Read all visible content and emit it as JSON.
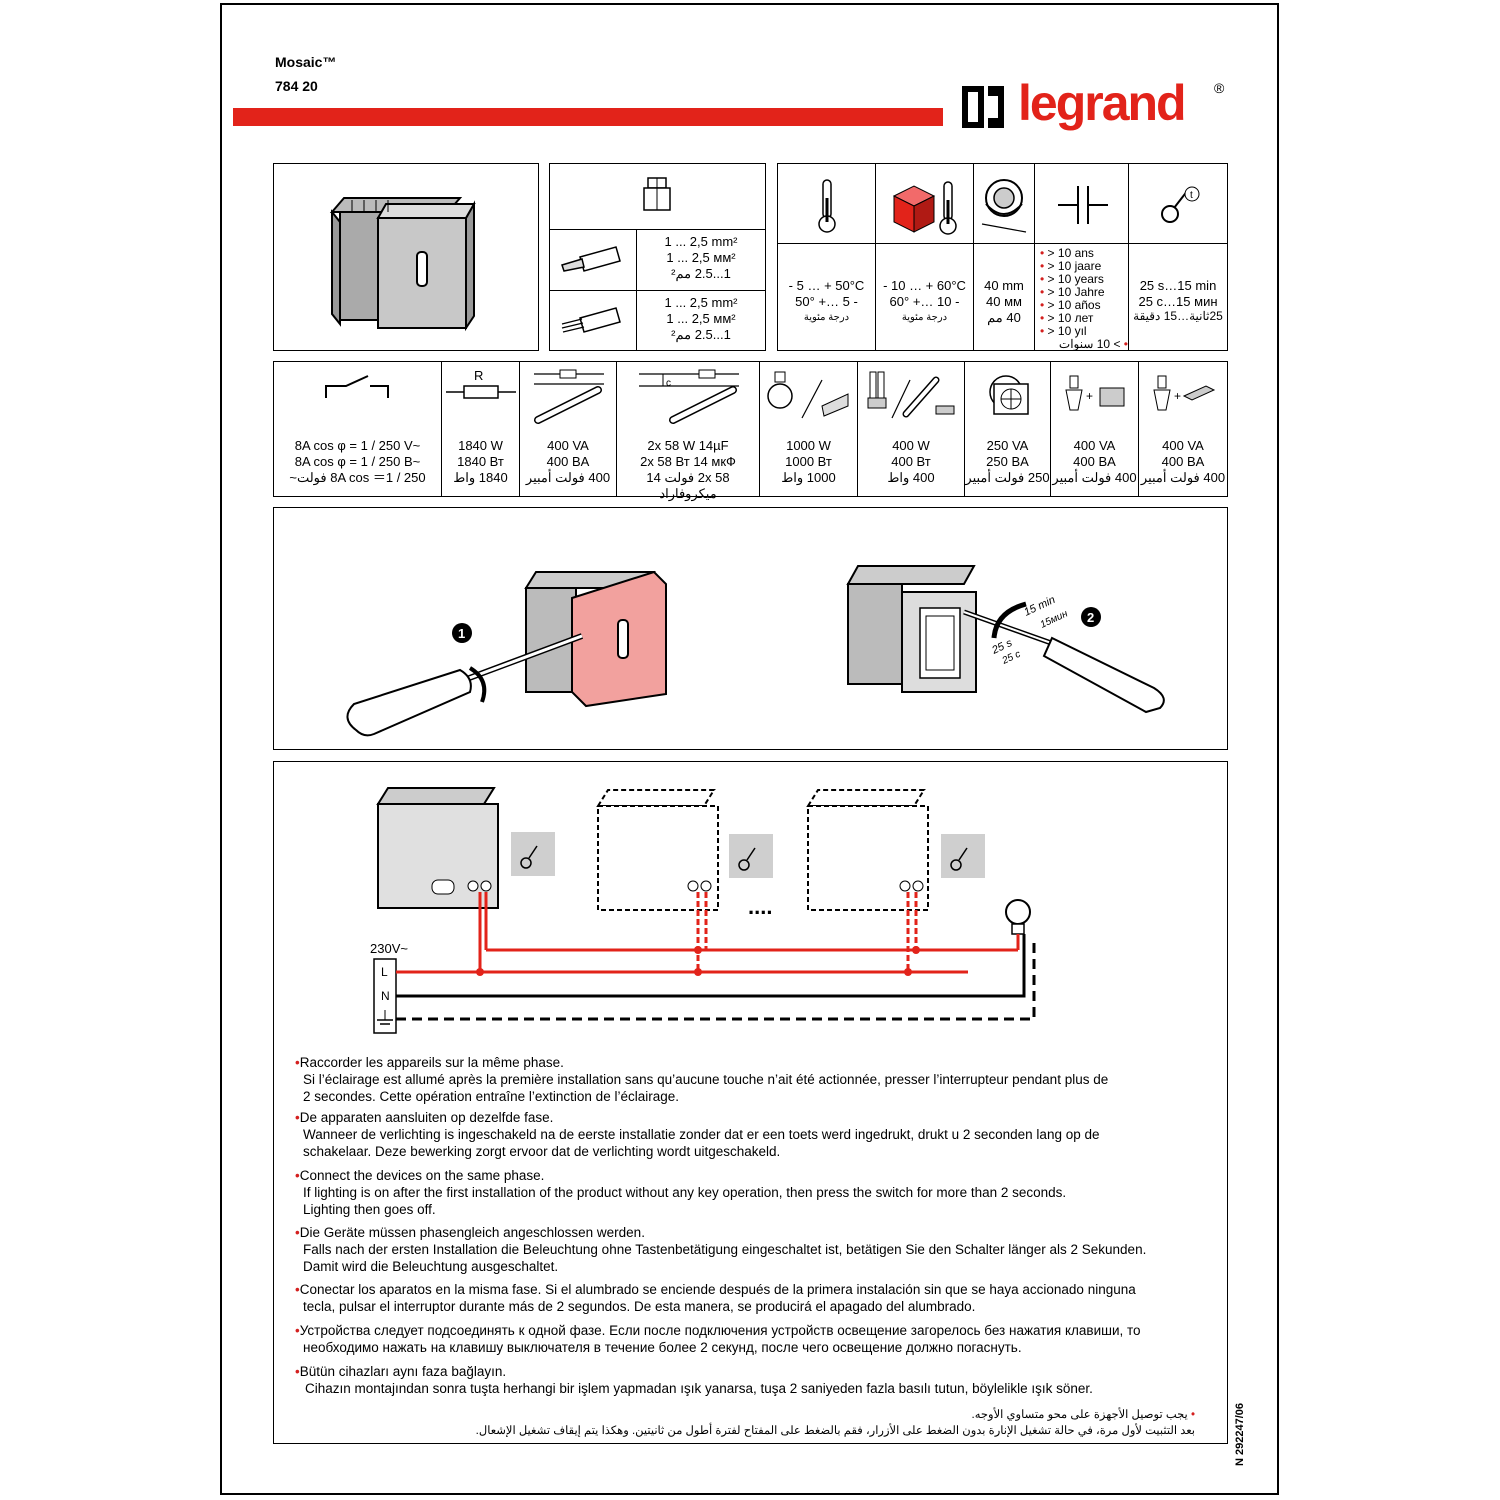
{
  "header": {
    "series": "Mosaic™",
    "reference": "784 20",
    "brand": "legrand",
    "registered": "®",
    "accent": "#e2231a"
  },
  "wires": {
    "rigid": [
      "1 ... 2,5 mm²",
      "1 ... 2,5 мм²",
      "1...2.5 مم²"
    ],
    "flexible": [
      "1 ... 2,5 mm²",
      "1 ... 2,5 мм²",
      "1...2.5 مم²"
    ]
  },
  "specs": {
    "temp_use": [
      "- 5 … + 50°C",
      "- 5 …+ 50°",
      "درجة مئوية"
    ],
    "temp_storage": [
      "- 10 … + 60°C",
      "- 10 …+ 60°",
      "درجة مئوية"
    ],
    "depth": [
      "40 mm",
      "40 мм",
      "40 مم"
    ],
    "life": [
      "> 10 ans",
      "> 10 jaare",
      "> 10 years",
      "> 10 Jahre",
      "> 10 años",
      "> 10 лет",
      "> 10 yıl",
      "> 10 سنوات"
    ],
    "timer": [
      "25 s…15 min",
      "25 c…15 мин",
      "25ثانية…15 دقيقة"
    ]
  },
  "loads": [
    {
      "icon": "switch-contact-icon",
      "values": [
        "8A cos φ = 1 / 250 V~",
        "8A cos φ = 1 / 250 B~",
        "8A cos ＝1 / 250 فولت~"
      ]
    },
    {
      "icon": "resistor-icon",
      "label": "R",
      "values": [
        "1840 W",
        "1840 Вт",
        "1840 واط"
      ]
    },
    {
      "icon": "fluorescent-icon",
      "values": [
        "400 VA",
        "400 BA",
        "400 فولت أمبير"
      ]
    },
    {
      "icon": "compensated-fluorescent-icon",
      "label": "c",
      "values": [
        "2x 58 W 14µF",
        "2x 58 Вт 14 мкФ",
        "2x 58 فولت 14 ميكروفاراد"
      ]
    },
    {
      "icon": "incandescent-halogen-icon",
      "values": [
        "1000 W",
        "1000 Вт",
        "1000 واط"
      ]
    },
    {
      "icon": "cfl-tube-icon",
      "values": [
        "400 W",
        "400 Вт",
        "400 واط"
      ]
    },
    {
      "icon": "fan-icon",
      "values": [
        "250 VA",
        "250 BA",
        "250 فولت أمبير"
      ]
    },
    {
      "icon": "ferromagnetic-transformer-icon",
      "values": [
        "400 VA",
        "400 BA",
        "400 فولت أمبير"
      ]
    },
    {
      "icon": "electronic-transformer-icon",
      "values": [
        "400 VA",
        "400 BA",
        "400 فولت أمبير"
      ]
    }
  ],
  "install": {
    "step1": "1",
    "step2": "2",
    "time_max": "15 min",
    "time_max_ru": "15мин",
    "time_min": "25 s",
    "time_min_ru": "25 c"
  },
  "wiring": {
    "voltage": "230V~",
    "line": "L",
    "neutral": "N",
    "dots": "....",
    "line_color": "#e2231a"
  },
  "instructions": [
    {
      "lines": [
        "Raccorder les appareils sur la même phase.",
        "Si l’éclairage est allumé après la première installation sans qu’aucune touche n’ait été actionnée, presser l’interrupteur pendant plus de",
        "2 secondes. Cette opération entraîne l’extinction de l’éclairage."
      ]
    },
    {
      "lines": [
        "De apparaten aansluiten op dezelfde fase.",
        "Wanneer de verlichting is ingeschakeld na de eerste installatie zonder dat er een toets werd ingedrukt, drukt u 2 seconden lang op de",
        "schakelaar. Deze bewerking zorgt ervoor dat de verlichting wordt uitgeschakeld."
      ]
    },
    {
      "lines": [
        "Connect the devices on the same phase.",
        "If lighting is on after the first installation of the product without any key operation, then press the switch for more than 2 seconds.",
        "Lighting then goes off."
      ]
    },
    {
      "lines": [
        "Die Geräte müssen phasengleich angeschlossen werden.",
        "Falls nach der ersten Installation die Beleuchtung ohne Tastenbetätigung eingeschaltet ist, betätigen Sie den Schalter länger als 2 Sekunden.",
        "Damit wird die Beleuchtung ausgeschaltet."
      ]
    },
    {
      "lines": [
        "Conectar los aparatos en la misma fase. Si el alumbrado se enciende después de la primera instalación sin que se haya accionado ninguna",
        "tecla, pulsar el interruptor durante más de 2 segundos. De esta manera, se producirá el apagado del alumbrado."
      ]
    },
    {
      "lines": [
        "Устройства следует подсоединять к одной фазе. Если после подключения устройств освещение загорелось без нажатия клавиши, то",
        "необходимо нажать на клавишу выключателя в течение более 2 секунд, после чего освещение должно погаснуть."
      ]
    },
    {
      "lines": [
        "Bütün cihazları aynı faza bağlayın.",
        "Cihazın montajından sonra tuşta herhangi bir işlem yapmadan ışık yanarsa, tuşa 2 saniyeden fazla basılı tutun, böylelikle ışık söner."
      ]
    }
  ],
  "arabic_instructions": [
    "يجب توصيل الأجهزة على محو متساوي الأوجه.",
    "بعد التثبيت لأول مرة، في حالة تشغيل الإنارة بدون الضغط على الأزرار، فقم بالضغط على المفتاح لفترة أطول من ثانيتين. وهكذا يتم إيقاف تشغيل الإشعال."
  ],
  "doc_code": "N 292247/06"
}
